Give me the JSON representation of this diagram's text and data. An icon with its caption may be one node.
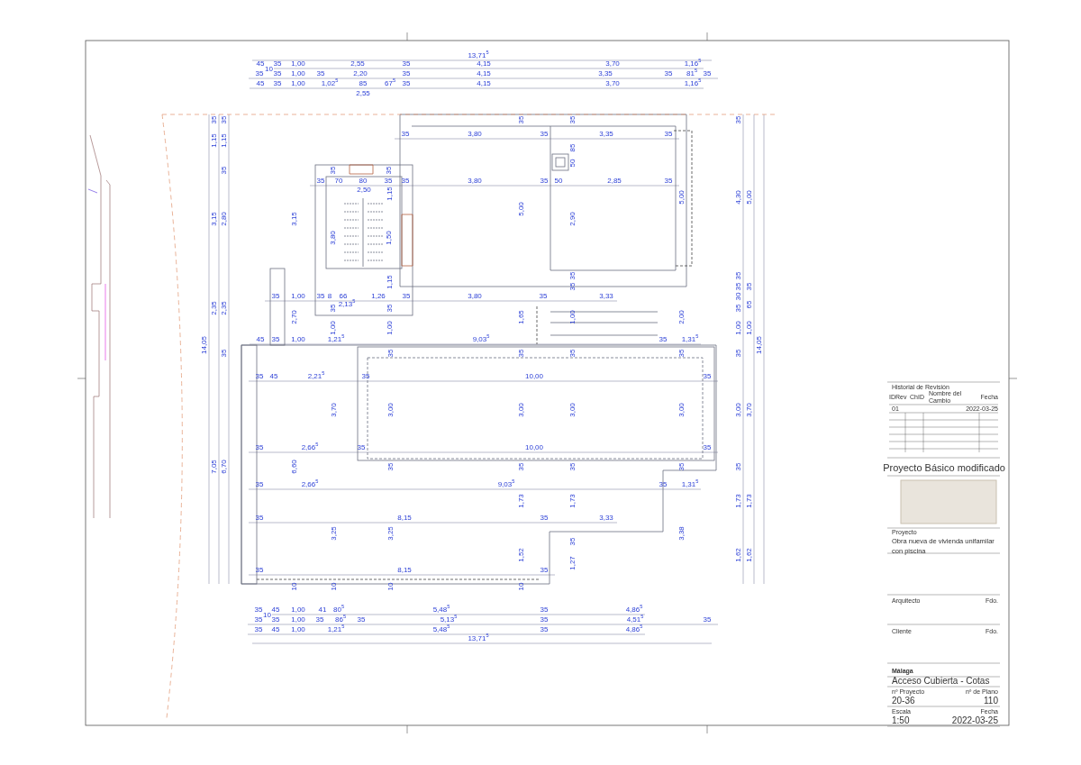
{
  "diagram": {
    "labels": [
      "13,71$^{5}$",
      "45",
      "35",
      "1,00",
      "2,55",
      "35",
      "4,15",
      "3,70",
      "1,16$^{5}$",
      "10",
      "35",
      "35",
      "1,00",
      "35",
      "2,20",
      "35",
      "4,15",
      "3,35",
      "35",
      "81$^{5}$",
      "35",
      "45",
      "35",
      "1,00",
      "1,02$^{5}$",
      "85",
      "67$^{5}$",
      "35",
      "4,15",
      "3,70",
      "1,16$^{5}$",
      "2,55",
      "35",
      "35",
      "35",
      "35",
      "35",
      "35",
      "3,80",
      "35",
      "3,35",
      "35",
      "1,15",
      "1,15",
      "85",
      "50",
      "35",
      "35",
      "35",
      "35",
      "70",
      "80",
      "35",
      "35",
      "3,80",
      "35",
      "50",
      "2,85",
      "35",
      "2,50",
      "1,15",
      "5,00",
      "4,30",
      "5,00",
      "5,00",
      "3,15",
      "2,80",
      "3,15",
      "2,90",
      "3,80",
      "1,50",
      "35",
      "35",
      "1,15",
      "35",
      "35",
      "35",
      "35",
      "1,00",
      "35",
      "8",
      "66",
      "1,26",
      "35",
      "3,80",
      "35",
      "3,33",
      "30",
      "2,13$^{5}$",
      "65",
      "2,35",
      "2,35",
      "35",
      "35",
      "35",
      "2,70",
      "1,65",
      "1,00",
      "2,00",
      "1,00",
      "1,00",
      "1,00",
      "1,00",
      "45",
      "35",
      "1,00",
      "1,21$^{5}$",
      "9,03$^{5}$",
      "35",
      "1,31$^{5}$",
      "14,05",
      "14,05",
      "35",
      "35",
      "35",
      "35",
      "35",
      "35",
      "35",
      "45",
      "2,21$^{5}$",
      "35",
      "10,00",
      "35",
      "3,70",
      "3,00",
      "3,00",
      "3,00",
      "3,00",
      "3,00",
      "3,70",
      "35",
      "2,66$^{5}$",
      "35",
      "10,00",
      "35",
      "7,05",
      "6,70",
      "6,60",
      "35",
      "35",
      "35",
      "35",
      "35",
      "35",
      "2,66$^{5}$",
      "9,03$^{5}$",
      "35",
      "1,31$^{5}$",
      "1,73",
      "1,73",
      "1,73",
      "1,73",
      "35",
      "8,15",
      "35",
      "3,33",
      "3,25",
      "3,25",
      "3,38",
      "35",
      "1,52",
      "1,62",
      "1,62",
      "1,27",
      "35",
      "8,15",
      "35",
      "10",
      "10",
      "10",
      "10",
      "35",
      "45",
      "1,00",
      "41",
      "80$^{5}$",
      "5,48$^{5}$",
      "35",
      "4,86$^{5}$",
      "10",
      "35",
      "35",
      "1,00",
      "35",
      "86$^{5}$",
      "35",
      "5,13$^{5}$",
      "35",
      "4,51$^{5}$",
      "35",
      "35",
      "45",
      "1,00",
      "1,21$^{5}$",
      "5,48$^{5}$",
      "35",
      "4,86$^{5}$",
      "13,71$^{5}$",
      "Historial de Revisión",
      "IDRev",
      "ChID",
      "Nombre del Cambio",
      "Fecha",
      "01",
      "2022-03-25",
      "Proyecto Básico modificado",
      "Proyecto",
      "Obra nueva de vivienda unifamilar con piscina",
      "Arquitecto",
      "Fdo.",
      "Cliente",
      "Fdo.",
      "Málaga",
      "Acceso Cubierta - Cotas",
      "nº Proyecto",
      "nº de Plano",
      "20-36",
      "110",
      "Escala",
      "Fecha",
      "1:50",
      "2022-03-25"
    ]
  }
}
